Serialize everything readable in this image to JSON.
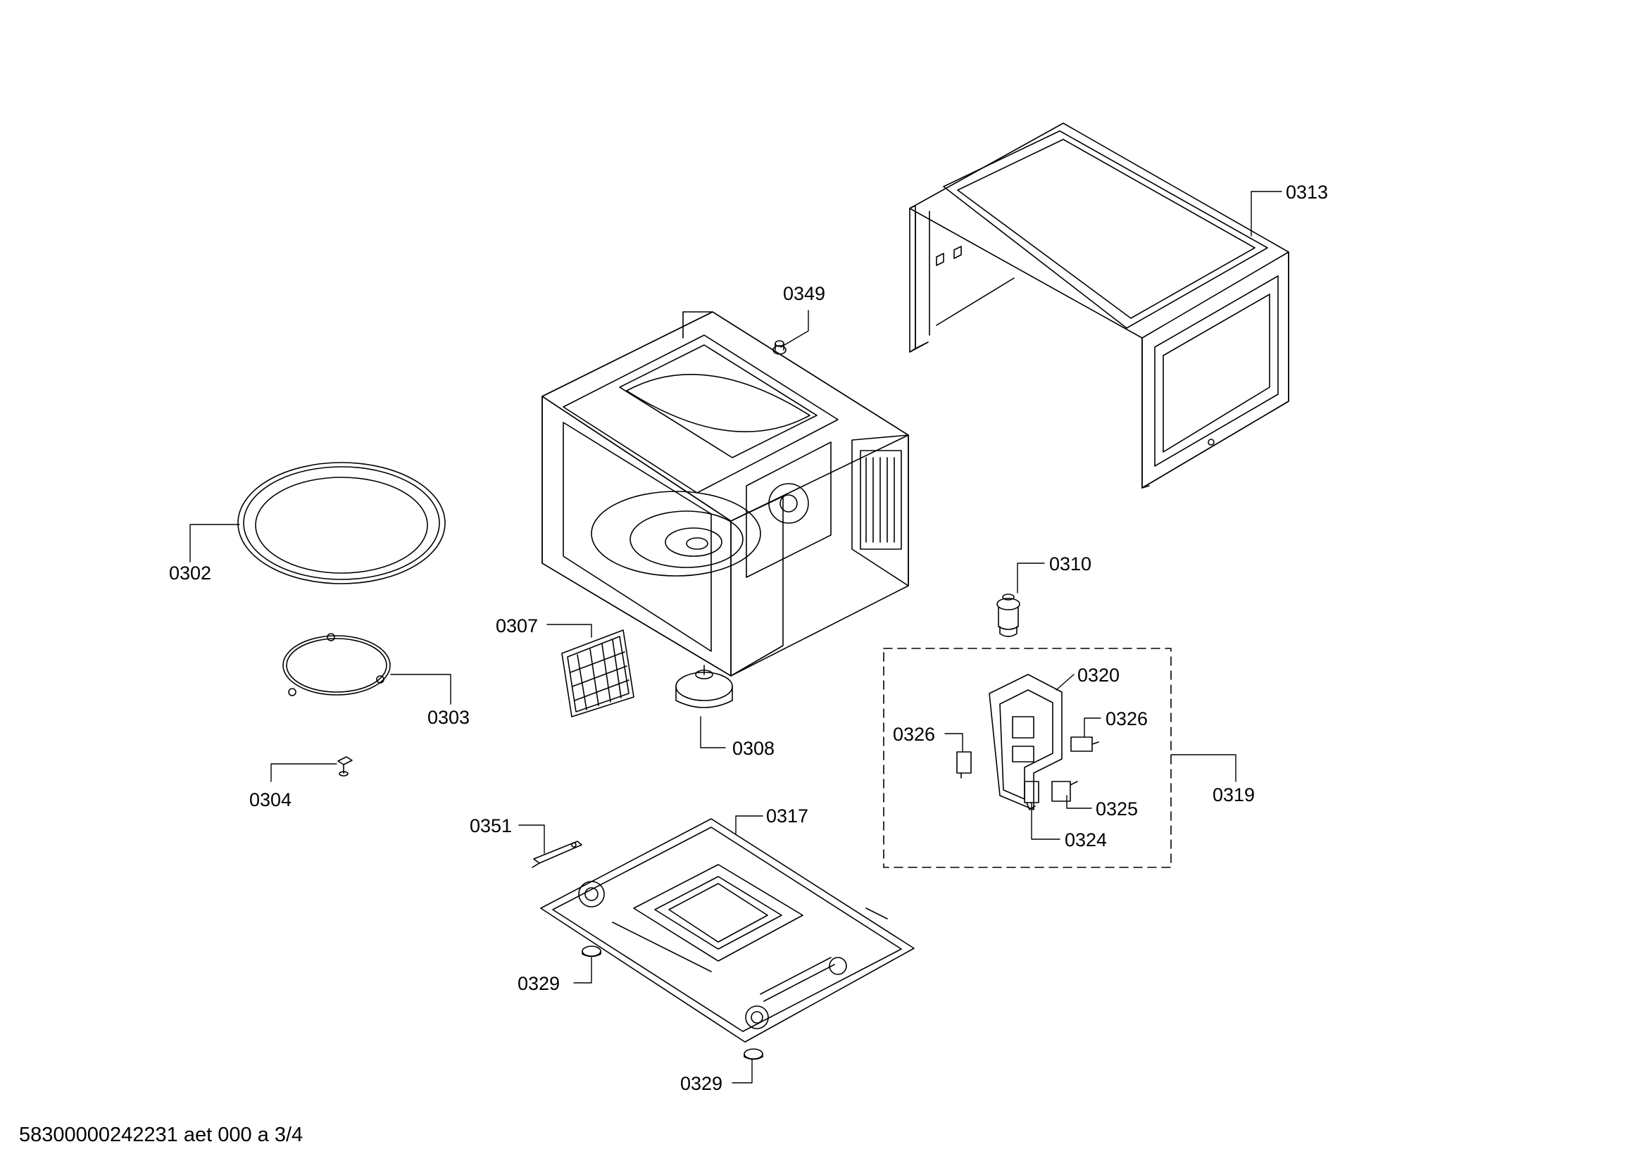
{
  "colors": {
    "line": "#000000",
    "background": "#ffffff"
  },
  "labels": {
    "p0302": "0302",
    "p0303": "0303",
    "p0304": "0304",
    "p0307": "0307",
    "p0308": "0308",
    "p0349": "0349",
    "p0313": "0313",
    "p0310": "0310",
    "p0320": "0320",
    "p0326a": "0326",
    "p0326b": "0326",
    "p0325": "0325",
    "p0324": "0324",
    "p0319": "0319",
    "p0351": "0351",
    "p0317": "0317",
    "p0329a": "0329",
    "p0329b": "0329"
  },
  "footer": {
    "doc_id": "58300000242231 aet 000 a 3/4"
  }
}
